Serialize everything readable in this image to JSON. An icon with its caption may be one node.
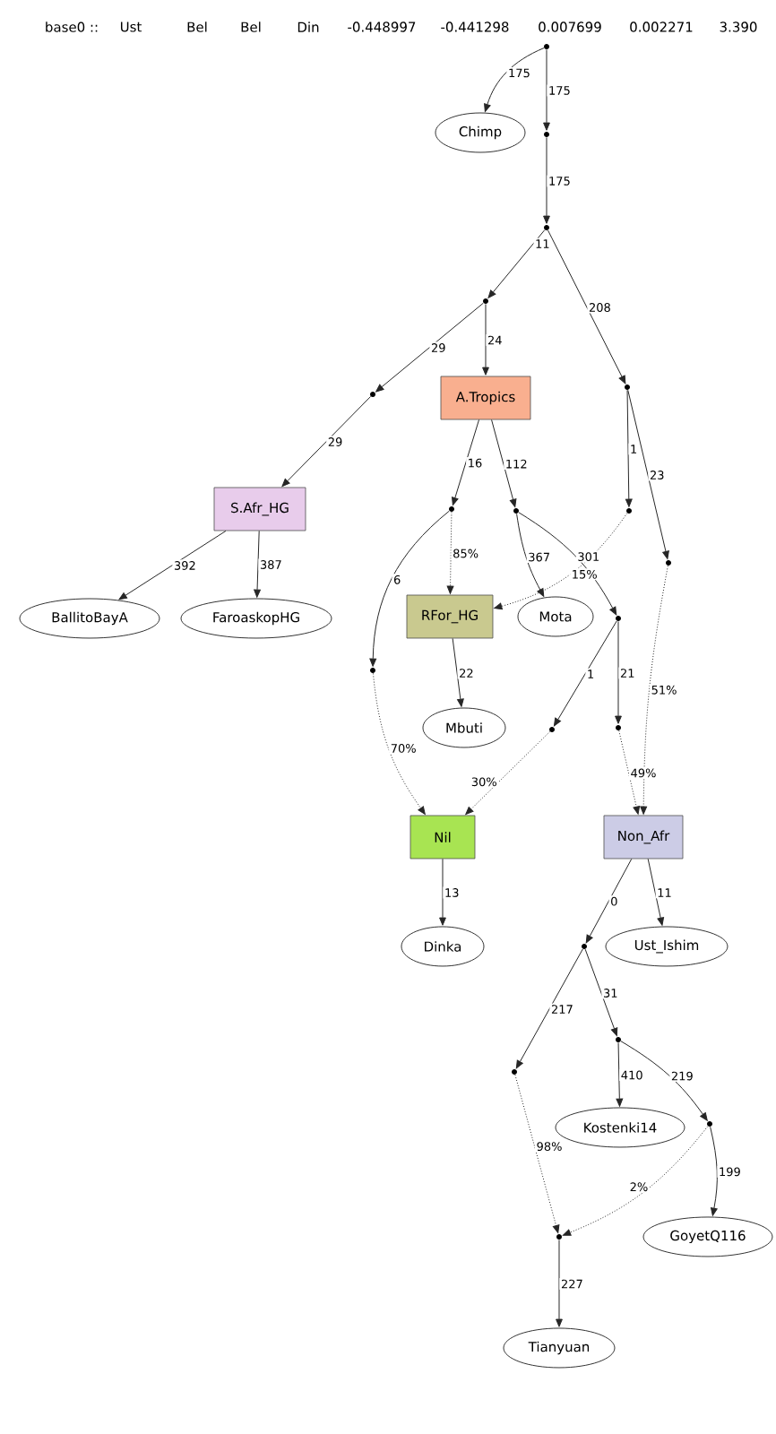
{
  "diagram": {
    "nodes": [
      {
        "text": [],
        "shape": "circle"
      },
      {
        "text": [
          "Chimp"
        ]
      },
      {
        "text": [],
        "shape": "circle"
      },
      {
        "text": [],
        "shape": "circle"
      },
      {
        "text": [],
        "shape": "circle"
      },
      {
        "text": [],
        "shape": "circle"
      },
      {
        "text": [],
        "shape": "circle"
      },
      {
        "text": [
          "A.Tropics"
        ]
      },
      {
        "text": [
          "S.Afr_HG"
        ]
      },
      {
        "text": [],
        "shape": "circle"
      },
      {
        "text": [],
        "shape": "circle"
      },
      {
        "text": [],
        "shape": "circle"
      },
      {
        "text": [],
        "shape": "circle"
      },
      {
        "text": [
          "BallitoBayA"
        ]
      },
      {
        "text": [
          "FaroaskopHG"
        ]
      },
      {
        "text": [
          "RFor_HG"
        ]
      },
      {
        "text": [
          "Mota"
        ]
      },
      {
        "text": [],
        "shape": "circle"
      },
      {
        "text": [],
        "shape": "circle"
      },
      {
        "text": [
          "Mbuti"
        ]
      },
      {
        "text": [],
        "shape": "circle"
      },
      {
        "text": [],
        "shape": "circle"
      },
      {
        "text": [
          "Nil"
        ]
      },
      {
        "text": [
          "Non_Afr"
        ]
      },
      {
        "text": [
          "Dinka"
        ]
      },
      {
        "text": [
          "Ust_Ishim"
        ]
      },
      {
        "text": [],
        "shape": "circle"
      },
      {
        "text": [],
        "shape": "circle"
      },
      {
        "text": [],
        "shape": "circle"
      },
      {
        "text": [
          "Kostenki14"
        ]
      },
      {
        "text": [],
        "shape": "circle"
      },
      {
        "text": [],
        "shape": "circle"
      },
      {
        "text": [
          "GoyetQ116"
        ]
      },
      {
        "text": [
          "Tianyuan"
        ]
      }
    ],
    "edges": [
      {
        "from": 0,
        "to": 1,
        "arrow": "to",
        "label": "175"
      },
      {
        "from": 0,
        "to": 2,
        "arrow": "to",
        "label": "175"
      },
      {
        "from": 2,
        "to": 3,
        "arrow": "to",
        "label": "175"
      },
      {
        "from": 3,
        "to": 4,
        "arrow": "to",
        "label": "11"
      },
      {
        "from": 3,
        "to": 5,
        "arrow": "to",
        "label": "208"
      },
      {
        "from": 4,
        "to": 6,
        "arrow": "to",
        "label": "29"
      },
      {
        "from": 4,
        "to": 7,
        "arrow": "to",
        "label": "24"
      },
      {
        "from": 6,
        "to": 8,
        "arrow": "to",
        "label": "29"
      },
      {
        "from": 7,
        "to": 9,
        "arrow": "to",
        "label": "16"
      },
      {
        "from": 7,
        "to": 10,
        "arrow": "to",
        "label": "112"
      },
      {
        "from": 5,
        "to": 11,
        "arrow": "to",
        "label": "1"
      },
      {
        "from": 5,
        "to": 12,
        "arrow": "to",
        "label": "23"
      },
      {
        "from": 8,
        "to": 13,
        "arrow": "to",
        "label": "392"
      },
      {
        "from": 8,
        "to": 14,
        "arrow": "to",
        "label": "387"
      },
      {
        "from": 9,
        "to": 15,
        "arrow": "to",
        "label": "85%",
        "style": "dashed"
      },
      {
        "from": 11,
        "to": 15,
        "arrow": "to",
        "label": "15%",
        "style": "dashed"
      },
      {
        "from": 10,
        "to": 16,
        "arrow": "to",
        "label": "367"
      },
      {
        "from": 10,
        "to": 17,
        "arrow": "to",
        "label": "301"
      },
      {
        "from": 9,
        "to": 18,
        "arrow": "to",
        "label": "6"
      },
      {
        "from": 15,
        "to": 19,
        "arrow": "to",
        "label": "22"
      },
      {
        "from": 17,
        "to": 20,
        "arrow": "to",
        "label": "1"
      },
      {
        "from": 17,
        "to": 21,
        "arrow": "to",
        "label": "21"
      },
      {
        "from": 18,
        "to": 22,
        "arrow": "to",
        "label": "70%",
        "style": "dashed"
      },
      {
        "from": 20,
        "to": 22,
        "arrow": "to",
        "label": "30%",
        "style": "dashed"
      },
      {
        "from": 21,
        "to": 23,
        "arrow": "to",
        "label": "49%",
        "style": "dashed"
      },
      {
        "from": 12,
        "to": 23,
        "arrow": "to",
        "label": "51%",
        "style": "dashed"
      },
      {
        "from": 22,
        "to": 24,
        "arrow": "to",
        "label": "13"
      },
      {
        "from": 23,
        "to": 25,
        "arrow": "to",
        "label": "11"
      },
      {
        "from": 23,
        "to": 26,
        "arrow": "to",
        "label": "0"
      },
      {
        "from": 26,
        "to": 27,
        "arrow": "to",
        "label": "217"
      },
      {
        "from": 26,
        "to": 28,
        "arrow": "to",
        "label": "31"
      },
      {
        "from": 28,
        "to": 29,
        "arrow": "to",
        "label": "410"
      },
      {
        "from": 28,
        "to": 30,
        "arrow": "to",
        "label": "219"
      },
      {
        "from": 27,
        "to": 31,
        "arrow": "to",
        "label": "98%",
        "style": "dashed"
      },
      {
        "from": 30,
        "to": 31,
        "arrow": "to",
        "label": "2%",
        "style": "dashed"
      },
      {
        "from": 30,
        "to": 32,
        "arrow": "to",
        "label": "199"
      },
      {
        "from": 31,
        "to": 33,
        "arrow": "to",
        "label": "227"
      }
    ],
    "labels": [
      "base0 ::",
      "Ust",
      "Bel",
      "Bel",
      "Din",
      "-0.448997",
      "-0.441298",
      "0.007699",
      "0.002271",
      "3.390"
    ]
  }
}
